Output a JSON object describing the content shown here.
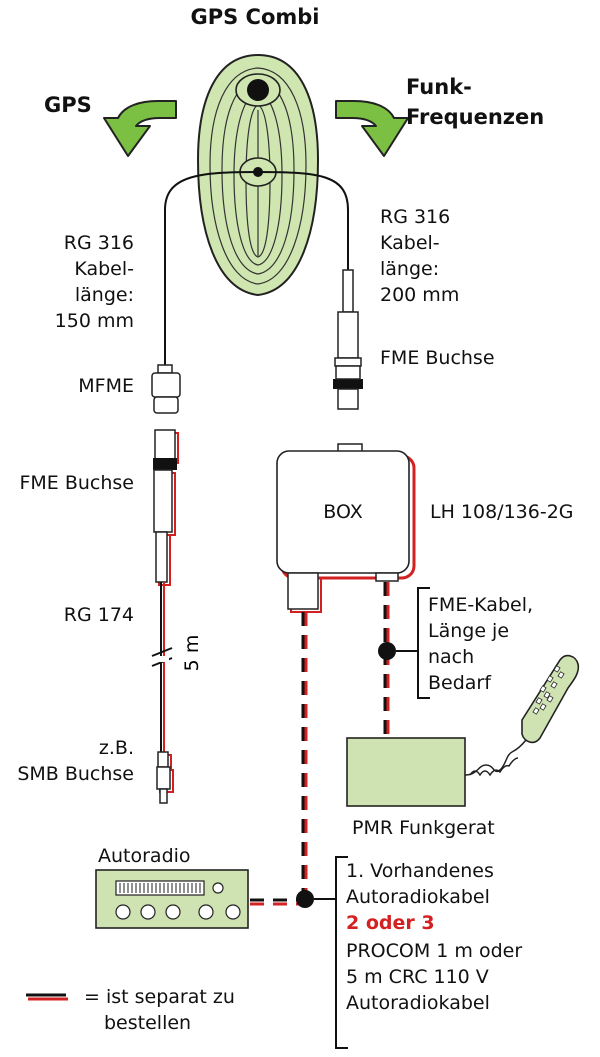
{
  "title": "GPS Combi",
  "gps_label": "GPS",
  "funk_label": [
    "Funk-",
    "Frequenzen"
  ],
  "left_cable": {
    "type": "RG 316",
    "length_label": [
      "Kabel-",
      "länge:"
    ],
    "length": "150 mm",
    "connector": "MFME",
    "socket": "FME Buchse",
    "extension": "RG 174",
    "extension_length": "5 m",
    "end_connector": [
      "z.B.",
      "SMB Buchse"
    ]
  },
  "right_cable": {
    "type": "RG 316",
    "length_label": [
      "Kabel-",
      "länge:"
    ],
    "length": "200 mm",
    "socket": "FME Buchse"
  },
  "box": {
    "label": "BOX",
    "model": "LH 108/136-2G"
  },
  "fme_note": [
    "FME-Kabel,",
    "Länge je",
    "nach",
    "Bedarf"
  ],
  "pmr_label": "PMR Funkgerat",
  "autoradio_label": "Autoradio",
  "autoradio_note": {
    "line1": "1. Vorhandenes",
    "line2": "Autoradiokabel",
    "highlight": "2 oder 3",
    "line3": "PROCOM 1 m oder",
    "line4": "5 m CRC 110 V",
    "line5": "Autoradiokabel"
  },
  "legend": [
    "= ist separat zu",
    "bestellen"
  ],
  "colors": {
    "antenna_fill": "#cfe6b0",
    "arrow_fill": "#7cc043",
    "box_fill": "#cfe3b2",
    "shadow_red": "#d32020"
  }
}
